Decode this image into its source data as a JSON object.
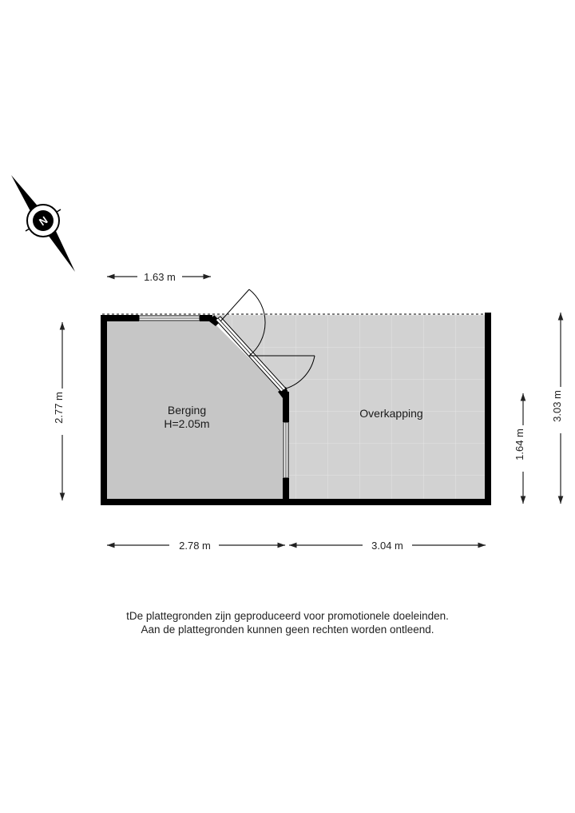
{
  "compass": {
    "label": "N",
    "icon": "north-compass-icon"
  },
  "rooms": {
    "berging": {
      "name": "Berging",
      "height": "H=2.05m"
    },
    "overkapping": {
      "name": "Overkapping"
    }
  },
  "dimensions": {
    "top_width": "1.63 m",
    "left_height": "2.77 m",
    "bottom_left_width": "2.78 m",
    "bottom_right_width": "3.04 m",
    "right_inner_height": "1.64 m",
    "right_outer_height": "3.03 m"
  },
  "disclaimer": {
    "line1": "tDe plattegronden zijn geproduceerd voor promotionele doeleinden.",
    "line2": "Aan de plattegronden kunnen geen rechten worden ontleend."
  },
  "colors": {
    "wall": "#000000",
    "room_fill": "#c8c8c8",
    "tile_fill": "#d4d4d4",
    "tile_line": "#e6e6e6"
  }
}
